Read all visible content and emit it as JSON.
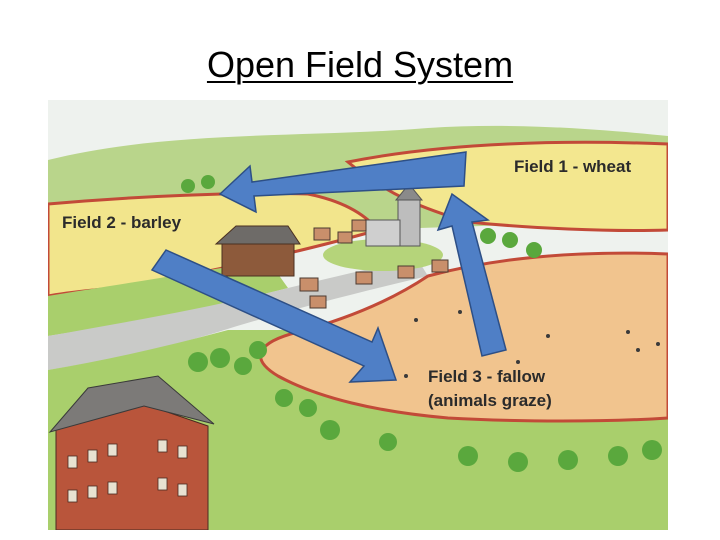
{
  "title": "Open Field System",
  "labels": {
    "field1": "Field 1 - wheat",
    "field2": "Field 2 - barley",
    "field3_line1": "Field 3 - fallow",
    "field3_line2": "(animals graze)"
  },
  "colors": {
    "wheat": "#f3e78f",
    "barley": "#f2e58c",
    "fallow": "#f1c48e",
    "grass": "#a9cf6c",
    "road": "#c9cac8",
    "arrow": "#4f7fc6",
    "field_border": "#c24a38",
    "manor_wall": "#b9553b",
    "roof": "#7c7a78"
  }
}
